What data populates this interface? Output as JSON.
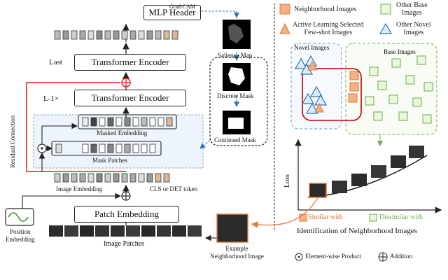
{
  "left": {
    "mlp_header": "MLP Header",
    "grad_cam": "Grad-CAM",
    "last_label": "Last",
    "transformer_encoder_top": "Transformer Encoder",
    "l1_label": "L-1×",
    "transformer_encoder_mid": "Transformer Encoder",
    "residual_connection": "Residual Connection",
    "masked_embedding": "Masked Embedding",
    "mask_patches": "Mask Patches",
    "image_embedding": "Image Embedding",
    "cls_token": "CLS or DET token",
    "patch_embedding": "Patch Embedding",
    "position_embedding": "Position\nEmbedding",
    "image_patches": "Image Patches",
    "saliency_map": "Salience Map",
    "discrete_mask": "Discrete Mask",
    "continued_mask": "Continued Mask"
  },
  "right": {
    "legend": {
      "neighborhood_images": "Neighborhood Images",
      "other_base_images": "Other Base\nImages",
      "active_learning": "Active Learning Selected\nFew-shot Images",
      "other_novel_images": "Other Novel\nImages"
    },
    "novel_images": "Novel Images",
    "base_images": "Base Images",
    "loss_axis": "Loss",
    "similar_with": "Similar with",
    "dissimilar_with": "Dissimilar with",
    "identification": "Identification of Neighborhood Images",
    "example_neighborhood": "Example\nNeighborhood Image",
    "elementwise_product": "Element-wise Product",
    "addition": "Addition"
  },
  "colors": {
    "orange_fill": "#f4b183",
    "orange_stroke": "#e07a3a",
    "green_fill": "#eaf6df",
    "green_stroke": "#70ad47",
    "blue_fill": "#deebf7",
    "blue_stroke": "#2e75b6",
    "red": "#e02020",
    "tan_token": "#d9b99b"
  }
}
